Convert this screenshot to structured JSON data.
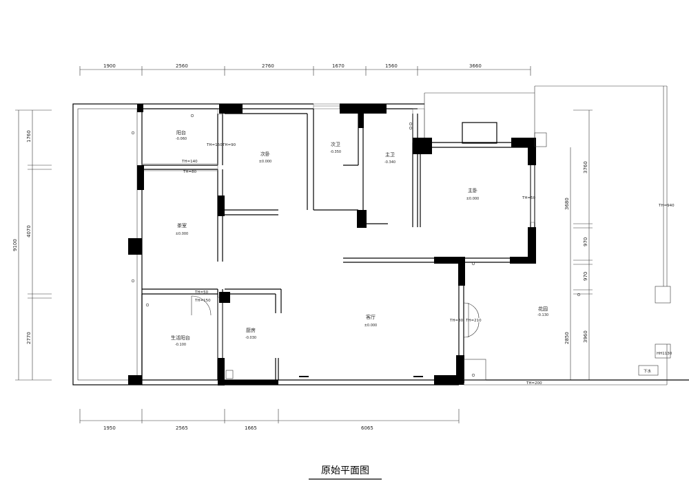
{
  "title": "原始平面图",
  "dims_top": [
    "1900",
    "2560",
    "2760",
    "1670",
    "1560",
    "3660"
  ],
  "dims_bottom": [
    "1950",
    "2565",
    "1665",
    "6065"
  ],
  "dims_left": [
    "1760",
    "4070",
    "2770"
  ],
  "dim_left_total": "9100",
  "dims_right": [
    "3760",
    "970",
    "970",
    "3960"
  ],
  "dims_right_inner": [
    "3680",
    "2850"
  ],
  "rooms": [
    {
      "name": "阳台",
      "level": "-0.060"
    },
    {
      "name": "次卧",
      "level": "±0.000"
    },
    {
      "name": "次卫",
      "level": "-0.350"
    },
    {
      "name": "主卫",
      "level": "-0.340"
    },
    {
      "name": "主卧",
      "level": "±0.000"
    },
    {
      "name": "茶室",
      "level": "±0.000"
    },
    {
      "name": "客厅",
      "level": "±0.000"
    },
    {
      "name": "花园",
      "level": "-0.130"
    },
    {
      "name": "生活阳台",
      "level": "-0.100"
    },
    {
      "name": "厨房",
      "level": "-0.030"
    }
  ],
  "notes": [
    "TH=150",
    "TH=90",
    "TH=140",
    "TH=80",
    "TH=50",
    "TH=50",
    "TH=150",
    "TH=80",
    "TH=210",
    "TH=940",
    "HH1130",
    "TH=200"
  ],
  "box_label": "下水"
}
